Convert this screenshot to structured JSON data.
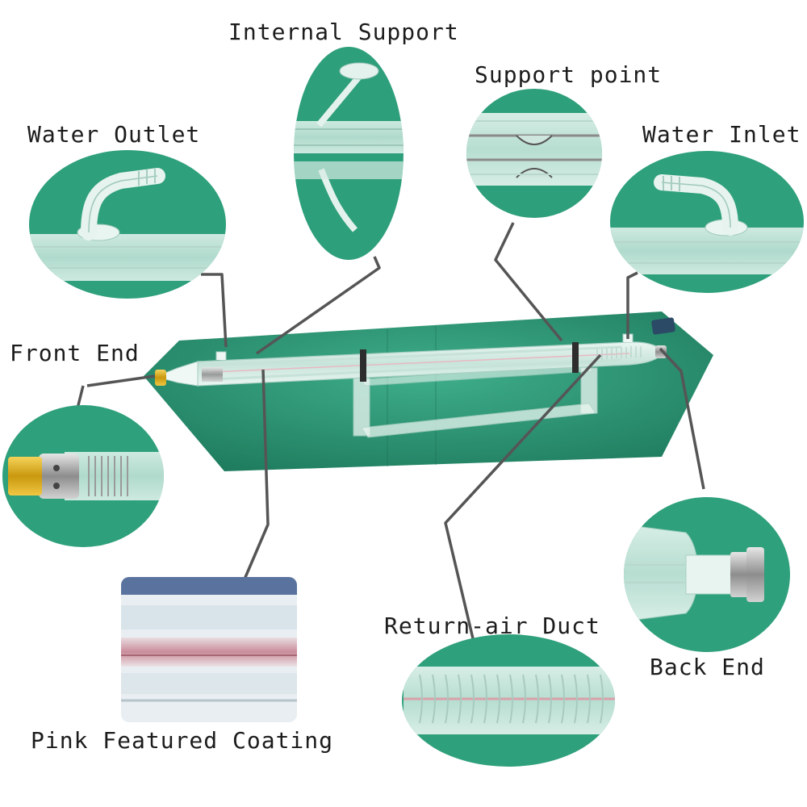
{
  "labels": {
    "internal_support": "Internal Support",
    "support_point": "Support point",
    "water_outlet": "Water Outlet",
    "water_inlet": "Water Inlet",
    "front_end": "Front End",
    "back_end": "Back End",
    "return_air_duct": "Return-air Duct",
    "pink_featured_coating": "Pink Featured Coating"
  },
  "colors": {
    "background_green": "#2f9a78",
    "dark_green": "#1f7a5c",
    "glass": "#e8f4f0",
    "glass_edge": "#9fc8bb",
    "leader_line": "#555555",
    "brass": "#d9a915",
    "pink_coating": "#c98c9a",
    "text": "#1c1c1c"
  },
  "icons": [
    "co2-laser-tube",
    "acrylic-stand",
    "water-outlet-nozzle",
    "water-inlet-nozzle",
    "internal-support-rod",
    "support-point-pinch",
    "front-end-electrode",
    "back-end-mirror-cap",
    "return-air-spiral",
    "pink-coating-tubes"
  ]
}
